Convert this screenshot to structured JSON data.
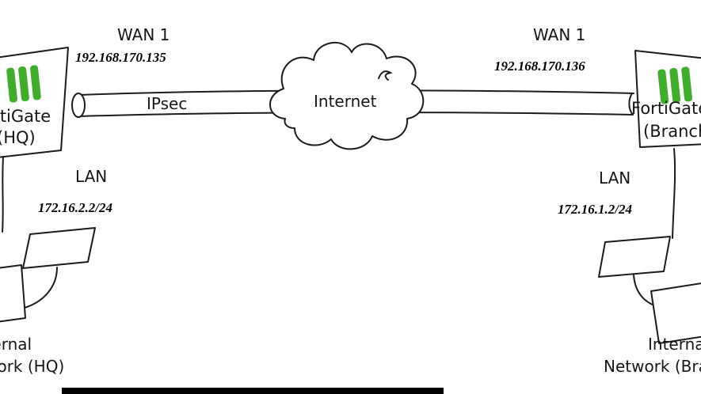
{
  "colors": {
    "fortigate_green": "#3fae2a",
    "ink": "#1b1b1b"
  },
  "hq": {
    "wan_label": "WAN 1",
    "wan_ip": "192.168.170.135",
    "device_line1": "FortiGate",
    "device_line2": "(HQ)",
    "lan_label": "LAN",
    "lan_ip": "172.16.2.2/24",
    "network_line1": "Internal",
    "network_line2": "Network (HQ)"
  },
  "branch": {
    "wan_label": "WAN 1",
    "wan_ip": "192.168.170.136",
    "device_line1": "FortiGate",
    "device_line2": "(Branch)",
    "lan_label": "LAN",
    "lan_ip": "172.16.1.2/24",
    "network_line1": "Internal",
    "network_line2": "Network (Branch)"
  },
  "tunnel": {
    "label": "IPsec"
  },
  "internet": {
    "label": "Internet"
  }
}
